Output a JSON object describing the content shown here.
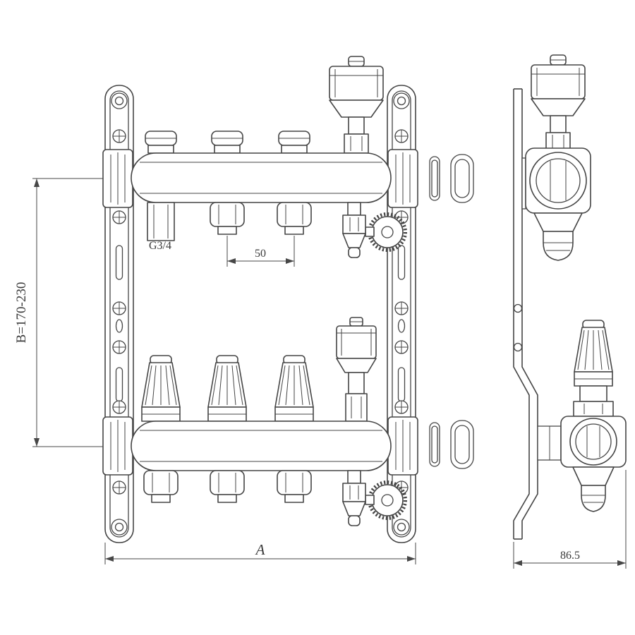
{
  "drawing": {
    "labels": {
      "height_range": "B=170-230",
      "outlet_thread": "G3/4",
      "outlet_spacing": "50",
      "overall_width": "A",
      "depth": "86.5"
    },
    "colors": {
      "line": "#454545",
      "dimension": "#474747",
      "background": "#ffffff"
    }
  }
}
